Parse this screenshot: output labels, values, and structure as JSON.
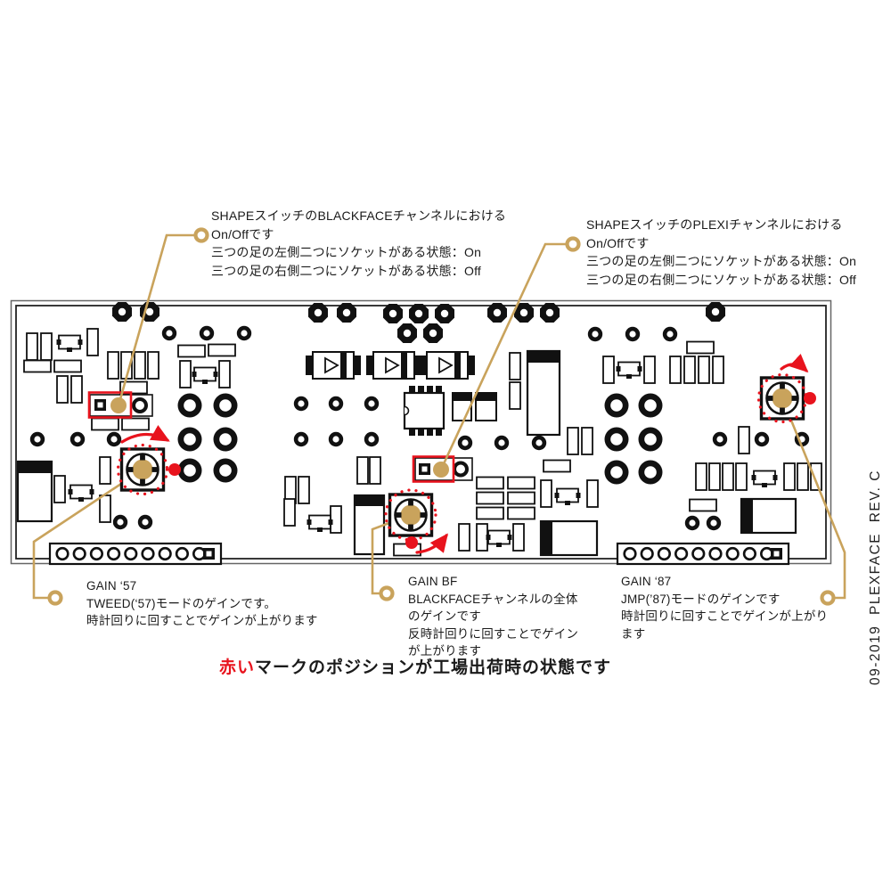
{
  "colors": {
    "callout_gold": "#c9a35c",
    "marker_red": "#e8131d",
    "pcb_line": "#111111",
    "background": "#ffffff"
  },
  "annotations": {
    "shape_bf": {
      "lines": [
        "SHAPEスイッチのBLACKFACEチャンネルにおける",
        "On/Offです",
        "三つの足の左側二つにソケットがある状態：On",
        "三つの足の右側二つにソケットがある状態：Off"
      ]
    },
    "shape_plexi": {
      "lines": [
        "SHAPEスイッチのPLEXIチャンネルにおける",
        "On/Offです",
        "三つの足の左側二つにソケットがある状態：On",
        "三つの足の右側二つにソケットがある状態：Off"
      ]
    },
    "gain_57": {
      "lines": [
        "GAIN ‘57",
        "TWEED(‘57)モードのゲインです。",
        "時計回りに回すことでゲインが上がります"
      ]
    },
    "gain_bf": {
      "lines": [
        "GAIN BF",
        "BLACKFACEチャンネルの全体",
        "のゲインです",
        "反時計回りに回すことでゲイン",
        "が上がります"
      ]
    },
    "gain_87": {
      "lines": [
        "GAIN ‘87",
        "JMP(’87)モードのゲインです",
        "時計回りに回すことでゲインが上がり",
        "ます"
      ]
    },
    "factory_note": {
      "highlight": "赤い",
      "rest": "マークのポジションが工場出荷時の状態です"
    },
    "revision": "09-2019  PLEXFACE  REV. C"
  }
}
